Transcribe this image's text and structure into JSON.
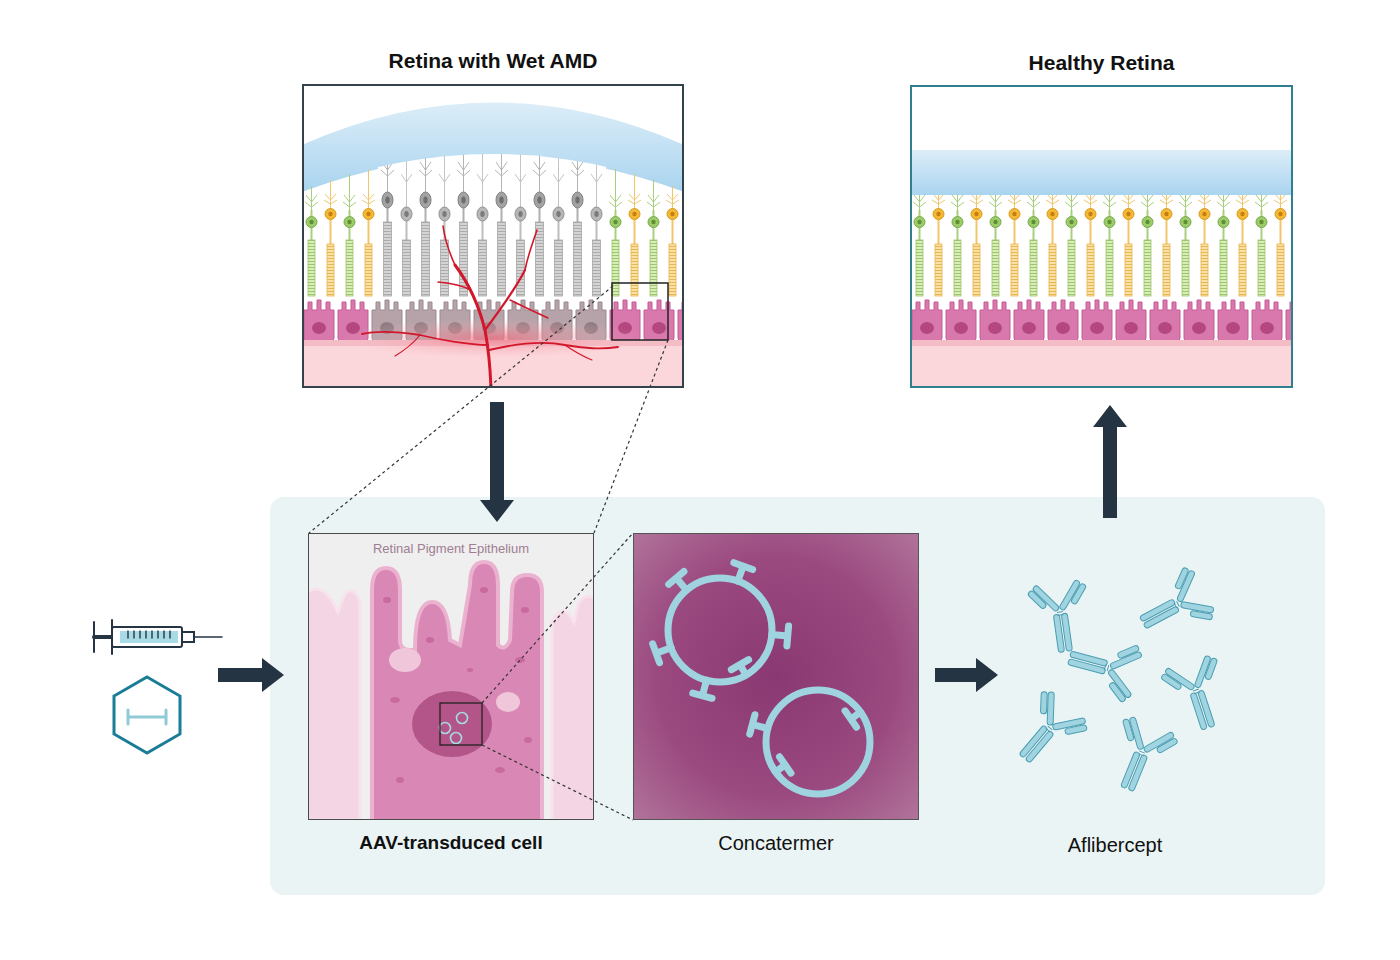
{
  "diagram": {
    "nodes": [
      {
        "text": [
          "Retina with Wet AMD"
        ]
      },
      {
        "text": [
          "Healthy Retina"
        ]
      },
      {
        "text": [
          "Retinal Pigment Epithelium",
          "AAV-transduced cell"
        ]
      },
      {
        "text": [
          "Concatermer"
        ]
      },
      {
        "text": [
          "Aflibercept"
        ]
      }
    ],
    "edges": [
      {
        "from": 0,
        "to": 2,
        "arrow": "to"
      },
      {
        "from": 3,
        "to": 4,
        "arrow": "to"
      },
      {
        "from": 4,
        "to": 1,
        "arrow": "to"
      }
    ]
  }
}
